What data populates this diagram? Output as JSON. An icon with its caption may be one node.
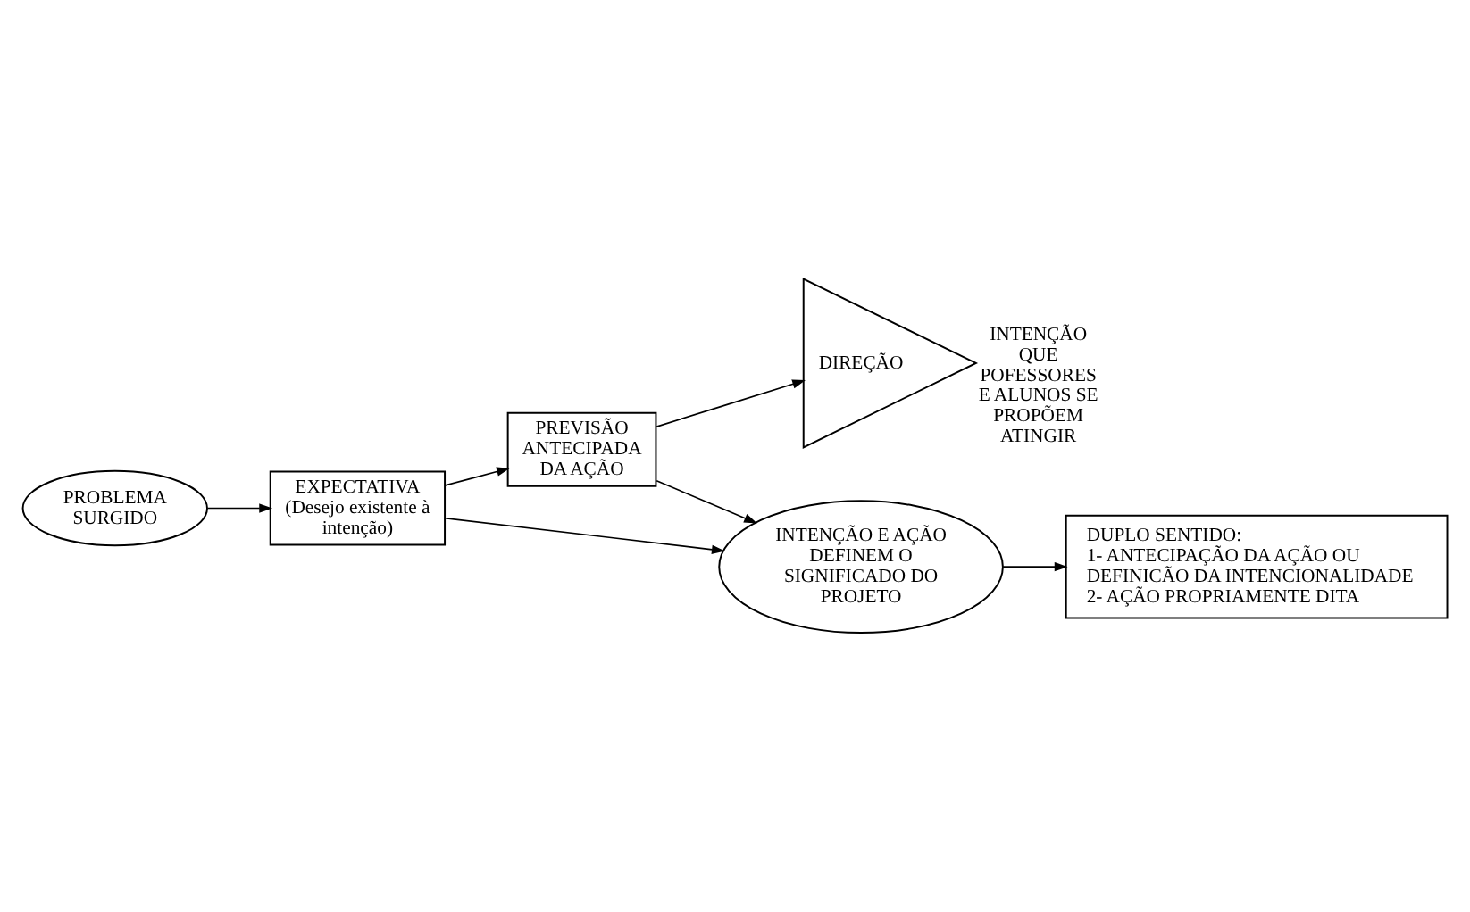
{
  "diagram": {
    "nodes": [
      {
        "text": [
          "PROBLEMA SURGIDO"
        ]
      },
      {
        "text": [
          "EXPECTATIVA",
          "(Desejo existente à intenção)"
        ]
      },
      {
        "text": [
          "PREVISÃO ANTECIPADA DA AÇÃO"
        ]
      },
      {
        "text": [
          "DIREÇÃO"
        ],
        "beside": [
          "INTENÇÃO QUE POFESSORES E ALUNOS SE PROPÕEM ATINGIR"
        ]
      },
      {
        "text": [
          "INTENÇÃO E AÇÃO DEFINEM O SIGNIFICADO DO PROJETO"
        ]
      },
      {
        "text": [
          "DUPLO SENTIDO:",
          "1- ANTECIPAÇÃO DA AÇÃO OU DEFINICÃO DA INTENCIONALIDADE",
          "2- AÇÃO PROPRIAMENTE DITA"
        ]
      }
    ],
    "edges": [
      {
        "from": 0,
        "to": 1,
        "arrow": "to"
      },
      {
        "from": 1,
        "to": 2,
        "arrow": "to"
      },
      {
        "from": 2,
        "to": 3,
        "arrow": "to"
      },
      {
        "from": 1,
        "to": 4,
        "arrow": "to"
      },
      {
        "from": 2,
        "to": 4,
        "arrow": "to"
      },
      {
        "from": 4,
        "to": 5,
        "arrow": "to"
      }
    ]
  }
}
